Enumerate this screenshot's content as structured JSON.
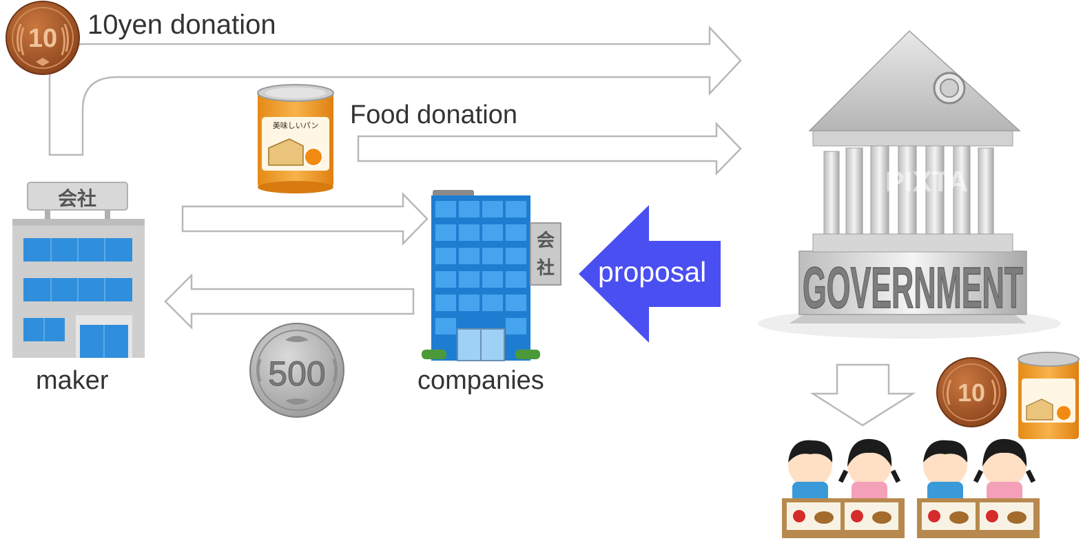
{
  "labels": {
    "yen10_donation": "10yen donation",
    "food_donation": "Food donation",
    "maker": "maker",
    "companies": "companies",
    "proposal": "proposal"
  },
  "icons": {
    "coin_10": "10",
    "coin_500": "500",
    "kaisha": "会社",
    "kaisha_char1": "会",
    "kaisha_char2": "社",
    "government_text": "GOVERNMENT",
    "watermark": "PIXTA",
    "can_label": "美味しいパン"
  },
  "colors": {
    "proposal_arrow": "#4a4ff2",
    "outline_arrow": "#b8b8b8",
    "coin10": "#a0562a",
    "coin500": "#b5b5b5",
    "can": "#f3a23a",
    "building_blue": "#2b8fd6"
  }
}
